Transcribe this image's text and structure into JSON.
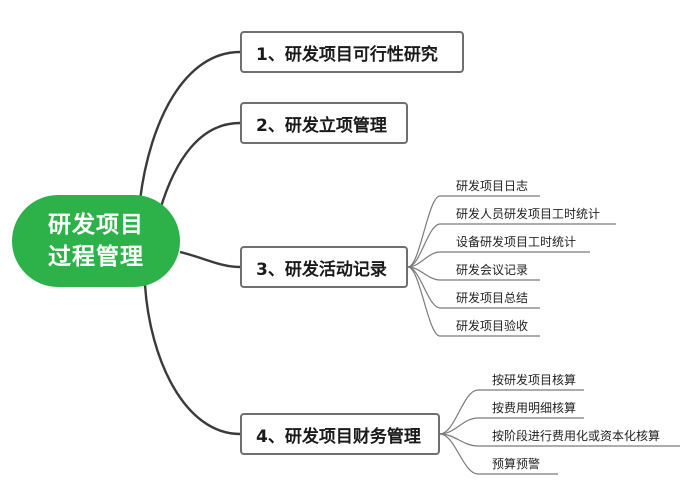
{
  "root": {
    "line1": "研发项目",
    "line2": "过程管理",
    "color": "#2db24a"
  },
  "branches": [
    {
      "label": "1、研发项目可行性研究",
      "children": []
    },
    {
      "label": "2、研发立项管理",
      "children": []
    },
    {
      "label": "3、研发活动记录",
      "children": [
        "研发项目日志",
        "研发人员研发项目工时统计",
        "设备研发项目工时统计",
        "研发会议记录",
        "研发项目总结",
        "研发项目验收"
      ]
    },
    {
      "label": "4、研发项目财务管理",
      "children": [
        "按研发项目核算",
        "按费用明细核算",
        "按阶段进行费用化或资本化核算",
        "预算预警"
      ]
    }
  ],
  "colors": {
    "edge": "#3a3a3a",
    "leaf_line": "#7a7a7a",
    "branch_border": "#6f6f6f"
  }
}
